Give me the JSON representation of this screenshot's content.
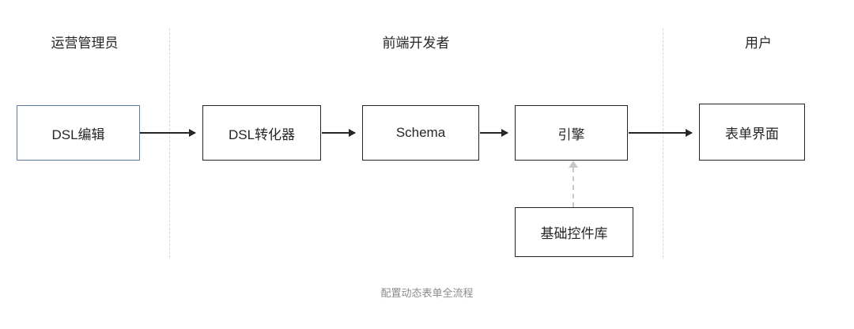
{
  "diagram": {
    "caption": "配置动态表单全流程",
    "accent_color": "#5b7ca8",
    "line_color": "#262626",
    "dashed_color": "#c7c7c7",
    "background": "#ffffff",
    "lanes": [
      {
        "id": "ops",
        "label": "运营管理员"
      },
      {
        "id": "frontend",
        "label": "前端开发者"
      },
      {
        "id": "user",
        "label": "用户"
      }
    ],
    "nodes": [
      {
        "id": "dsl-editor",
        "label": "DSL编辑",
        "lane": "ops",
        "style": "accent"
      },
      {
        "id": "dsl-converter",
        "label": "DSL转化器",
        "lane": "frontend",
        "style": "plain"
      },
      {
        "id": "schema",
        "label": "Schema",
        "lane": "frontend",
        "style": "plain"
      },
      {
        "id": "engine",
        "label": "引擎",
        "lane": "frontend",
        "style": "plain"
      },
      {
        "id": "form-ui",
        "label": "表单界面",
        "lane": "user",
        "style": "plain"
      },
      {
        "id": "widget-lib",
        "label": "基础控件库",
        "lane": "frontend",
        "style": "plain"
      }
    ],
    "edges": [
      {
        "id": "e1",
        "from": "dsl-editor",
        "to": "dsl-converter",
        "style": "solid"
      },
      {
        "id": "e2",
        "from": "dsl-converter",
        "to": "schema",
        "style": "solid"
      },
      {
        "id": "e3",
        "from": "schema",
        "to": "engine",
        "style": "solid"
      },
      {
        "id": "e4",
        "from": "engine",
        "to": "form-ui",
        "style": "solid"
      },
      {
        "id": "e5",
        "from": "widget-lib",
        "to": "engine",
        "style": "dashed"
      }
    ]
  }
}
